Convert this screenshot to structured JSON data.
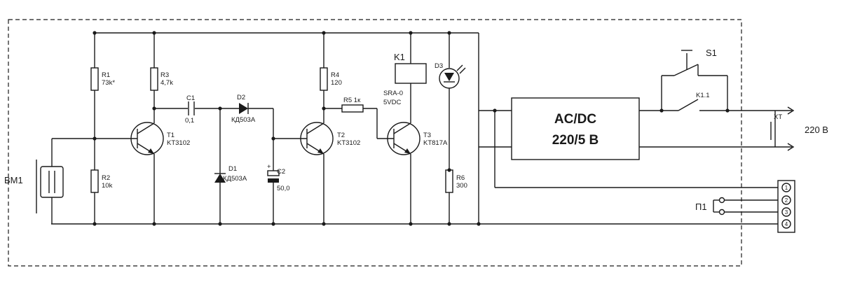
{
  "labels": {
    "bm1": "BM1",
    "r1_name": "R1",
    "r1_value": "73k*",
    "r2_name": "R2",
    "r2_value": "10k",
    "r3_name": "R3",
    "r3_value": "4,7k",
    "c1_name": "C1",
    "c1_value": "0,1",
    "d2_name": "D2",
    "d2_type": "КД503А",
    "d1_name": "D1",
    "d1_type": "КД503А",
    "t1_name": "T1",
    "t1_type": "KT3102",
    "c2_plus": "+",
    "c2_name": "C2",
    "c2_value": "50,0",
    "r4_name": "R4",
    "r4_value": "120",
    "r5_label": "R5 1к",
    "t2_name": "T2",
    "t2_type": "KT3102",
    "k1_name": "K1",
    "k1_type": "SRA-0",
    "k1_voltage": "5VDC",
    "d3_name": "D3",
    "t3_name": "T3",
    "t3_type": "KT817A",
    "r6_name": "R6",
    "r6_value": "300",
    "psu_line1": "AC/DC",
    "psu_line2": "220/5 B",
    "s1": "S1",
    "k11": "K1.1",
    "xt": "XT",
    "mains": "220 B",
    "p1": "П1",
    "pin1": "1",
    "pin2": "2",
    "pin3": "3",
    "pin4": "4"
  }
}
